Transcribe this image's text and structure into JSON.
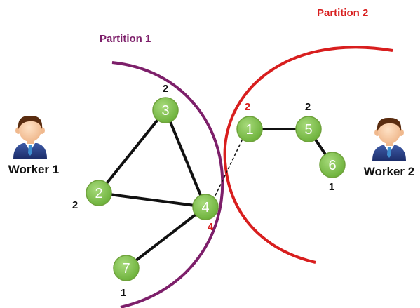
{
  "colors": {
    "partition1": "#7d1f6a",
    "partition2": "#d81e1e",
    "node_fill": "#82c350",
    "edge": "#111111",
    "degree_default": "#111111",
    "degree_highlight": "#d81e1e"
  },
  "partitions": [
    {
      "title": "Partition 1"
    },
    {
      "title": "Partition 2"
    }
  ],
  "workers": [
    {
      "label": "Worker 1",
      "icon": "worker-avatar-icon"
    },
    {
      "label": "Worker 2",
      "icon": "worker-avatar-icon"
    }
  ],
  "nodes": [
    {
      "label": "3",
      "degree": "2",
      "highlight": false
    },
    {
      "label": "2",
      "degree": "2",
      "highlight": false
    },
    {
      "label": "4",
      "degree": "4",
      "highlight": true
    },
    {
      "label": "7",
      "degree": "1",
      "highlight": false
    },
    {
      "label": "1",
      "degree": "2",
      "highlight": true
    },
    {
      "label": "5",
      "degree": "2",
      "highlight": false
    },
    {
      "label": "6",
      "degree": "1",
      "highlight": false
    }
  ],
  "edges": [
    {
      "from": "3",
      "to": "2",
      "style": "solid"
    },
    {
      "from": "3",
      "to": "4",
      "style": "solid"
    },
    {
      "from": "2",
      "to": "4",
      "style": "solid"
    },
    {
      "from": "4",
      "to": "7",
      "style": "solid"
    },
    {
      "from": "1",
      "to": "5",
      "style": "solid"
    },
    {
      "from": "5",
      "to": "6",
      "style": "solid"
    },
    {
      "from": "4",
      "to": "1",
      "style": "dashed"
    }
  ]
}
